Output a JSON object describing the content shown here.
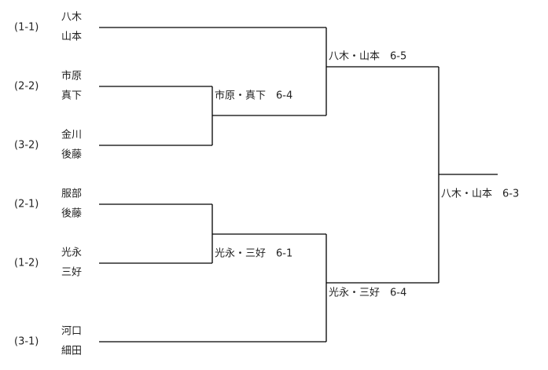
{
  "entries": [
    {
      "seed": "(1-1)",
      "player1": "八木",
      "player2": "山本"
    },
    {
      "seed": "(2-2)",
      "player1": "市原",
      "player2": "真下"
    },
    {
      "seed": "(3-2)",
      "player1": "金川",
      "player2": "後藤"
    },
    {
      "seed": "(2-1)",
      "player1": "服部",
      "player2": "後藤"
    },
    {
      "seed": "(1-2)",
      "player1": "光永",
      "player2": "三好"
    },
    {
      "seed": "(3-1)",
      "player1": "河口",
      "player2": "細田"
    }
  ],
  "results": {
    "r1_top": "市原・真下　6-4",
    "r1_bottom": "光永・三好　6-1",
    "semi_top": "八木・山本　6-5",
    "semi_bottom": "光永・三好　6-4",
    "final": "八木・山本　6-3"
  }
}
